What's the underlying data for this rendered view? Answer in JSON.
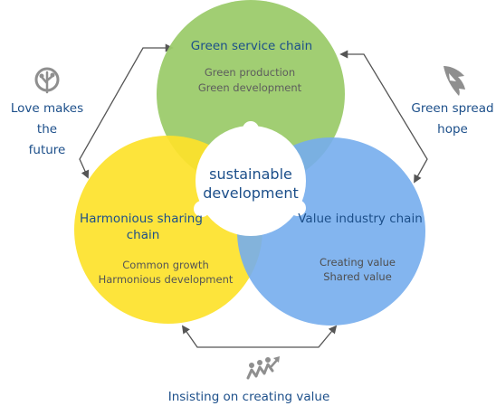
{
  "colors": {
    "green": "#9ccb6c",
    "yellow": "#fde22a",
    "blue": "#75aded",
    "navy": "#1c4f8a",
    "arrow": "#555555",
    "icon": "#8f8f8f"
  },
  "center": {
    "line1": "sustainable",
    "line2": "development"
  },
  "circles": {
    "green": {
      "title": "Green service chain",
      "items": [
        "Green production",
        "Green development"
      ]
    },
    "yellow": {
      "title_line1": "Harmonious sharing",
      "title_line2": "chain",
      "items": [
        "Common growth",
        "Harmonious development"
      ]
    },
    "blue": {
      "title": "Value industry chain",
      "items": [
        "Creating value",
        "Shared value"
      ]
    }
  },
  "labels": {
    "left": {
      "line1": "Love makes the",
      "line2": "future",
      "icon": "tree-icon"
    },
    "right": {
      "line1": "Green spread",
      "line2": "hope",
      "icon": "wing-icon"
    },
    "bottom": {
      "text": "Insisting on creating value",
      "icon": "growth-people-icon"
    }
  }
}
